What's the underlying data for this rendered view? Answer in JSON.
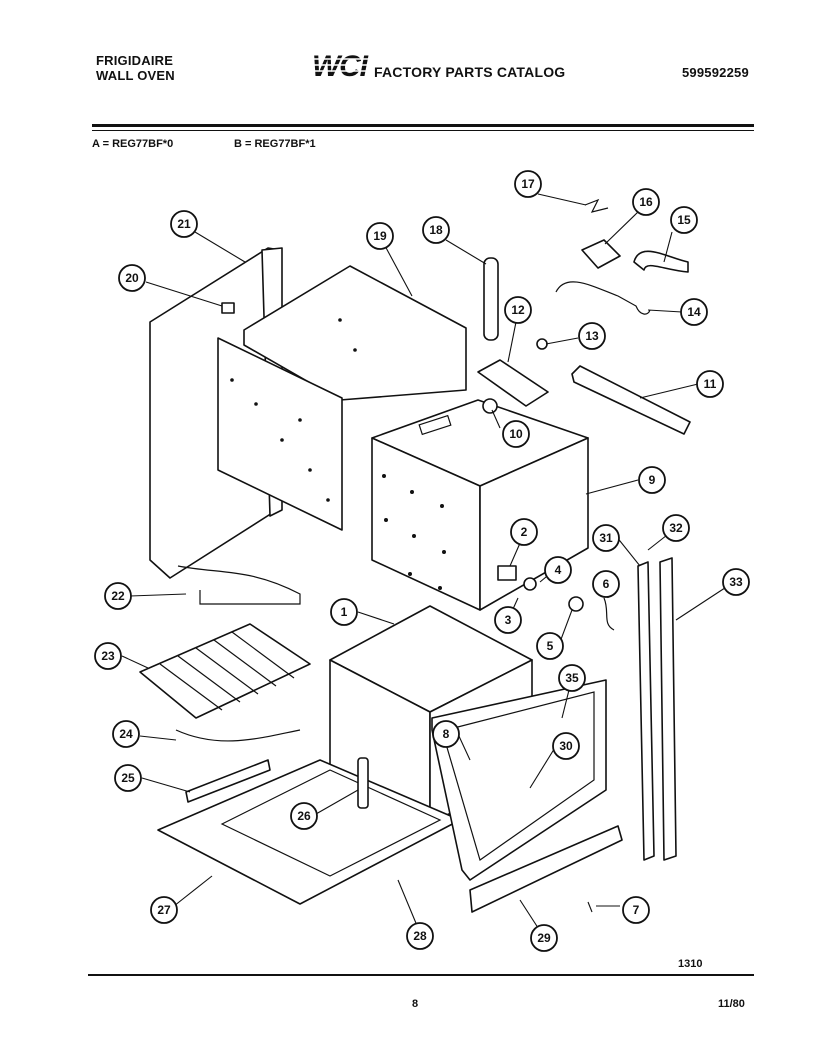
{
  "header": {
    "brand_line1": "FRIGIDAIRE",
    "brand_line2": "WALL OVEN",
    "logo_text": "WCI",
    "catalog_title": "FACTORY PARTS CATALOG",
    "catalog_number": "599592259"
  },
  "models": {
    "a": "A = REG77BF*0",
    "b": "B = REG77BF*1"
  },
  "diagram": {
    "callouts": [
      "1",
      "2",
      "3",
      "4",
      "5",
      "6",
      "7",
      "8",
      "9",
      "10",
      "11",
      "12",
      "13",
      "14",
      "15",
      "16",
      "17",
      "18",
      "19",
      "20",
      "21",
      "22",
      "23",
      "24",
      "25",
      "26",
      "27",
      "28",
      "29",
      "30",
      "31",
      "32",
      "33",
      "35"
    ]
  },
  "footer": {
    "figure_code": "1310",
    "page_number": "8",
    "date": "11/80"
  }
}
